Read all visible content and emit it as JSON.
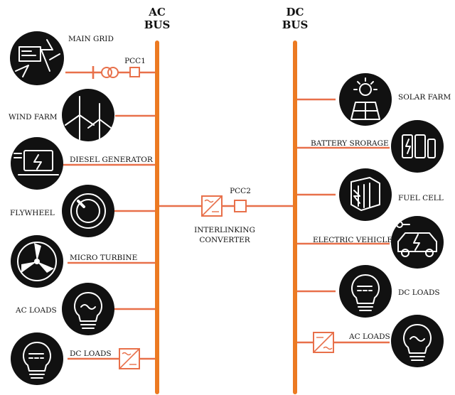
{
  "ac_bus": {
    "line1": "AC",
    "line2": "BUS"
  },
  "dc_bus": {
    "line1": "DC",
    "line2": "BUS"
  },
  "ac_side": {
    "main_grid": "MAIN GRID",
    "pcc1": "PCC1",
    "wind_farm": "WIND FARM",
    "diesel_generator": "DIESEL GENERATOR",
    "flywheel": "FLYWHEEL",
    "micro_turbine": "MICRO TURBINE",
    "ac_loads": "AC LOADS",
    "dc_loads": "DC LOADS"
  },
  "center": {
    "pcc2": "PCC2",
    "converter_line1": "INTERLINKING",
    "converter_line2": "CONVERTER"
  },
  "dc_side": {
    "solar_farm": "SOLAR FARM",
    "battery_storage": "BATTERY SRORAGE",
    "fuel_cell": "FUEL CELL",
    "electric_vehicle": "ELECTRIC VEHICLE",
    "dc_loads": "DC LOADS",
    "ac_loads": "AC LOADS"
  },
  "colors": {
    "bus": "#ec7a22",
    "wire": "#e8704a",
    "icon_bg": "#111111"
  }
}
